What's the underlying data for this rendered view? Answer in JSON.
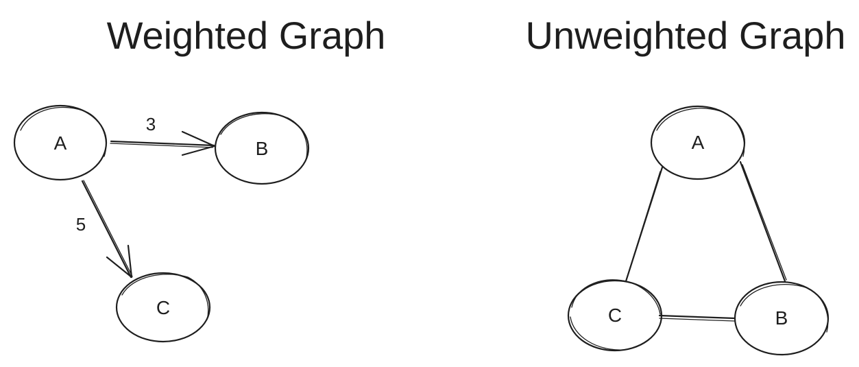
{
  "weighted": {
    "title": "Weighted Graph",
    "nodes": [
      {
        "id": "A",
        "label": "A"
      },
      {
        "id": "B",
        "label": "B"
      },
      {
        "id": "C",
        "label": "C"
      }
    ],
    "edges": [
      {
        "from": "A",
        "to": "B",
        "weight": "3",
        "directed": true
      },
      {
        "from": "A",
        "to": "C",
        "weight": "5",
        "directed": true
      }
    ]
  },
  "unweighted": {
    "title": "Unweighted Graph",
    "nodes": [
      {
        "id": "A",
        "label": "A"
      },
      {
        "id": "B",
        "label": "B"
      },
      {
        "id": "C",
        "label": "C"
      }
    ],
    "edges": [
      {
        "from": "A",
        "to": "C",
        "directed": false
      },
      {
        "from": "A",
        "to": "B",
        "directed": false
      },
      {
        "from": "C",
        "to": "B",
        "directed": false
      }
    ]
  },
  "colors": {
    "ink": "#1e1e1e",
    "background": "#ffffff"
  }
}
